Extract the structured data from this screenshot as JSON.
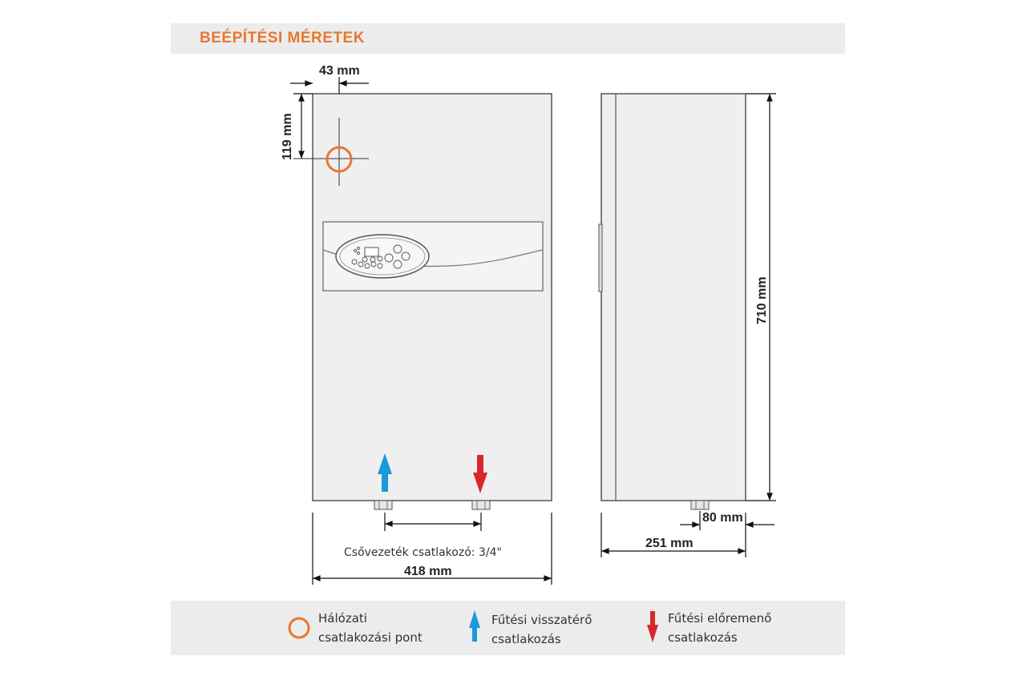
{
  "title": "BEÉPÍTÉSI MÉRETEK",
  "dimensions": {
    "top_offset": "43 mm",
    "vertical_offset": "119 mm",
    "height": "710 mm",
    "width": "418 mm",
    "depth": "251 mm",
    "pipe_offset": "80 mm"
  },
  "pipe_note": "Csővezeték csatlakozó: 3/4\"",
  "legend": {
    "power": {
      "line1": "Hálózati",
      "line2": "csatlakozási pont",
      "color": "#e8772e",
      "icon": "orange-circle-icon"
    },
    "return": {
      "line1": "Fűtési visszatérő",
      "line2": "csatlakozás",
      "color": "#1a9ad6",
      "icon": "blue-up-arrow-icon"
    },
    "flow": {
      "line1": "Fűtési előremenő",
      "line2": "csatlakozás",
      "color": "#d8262b",
      "icon": "red-down-arrow-icon"
    }
  }
}
